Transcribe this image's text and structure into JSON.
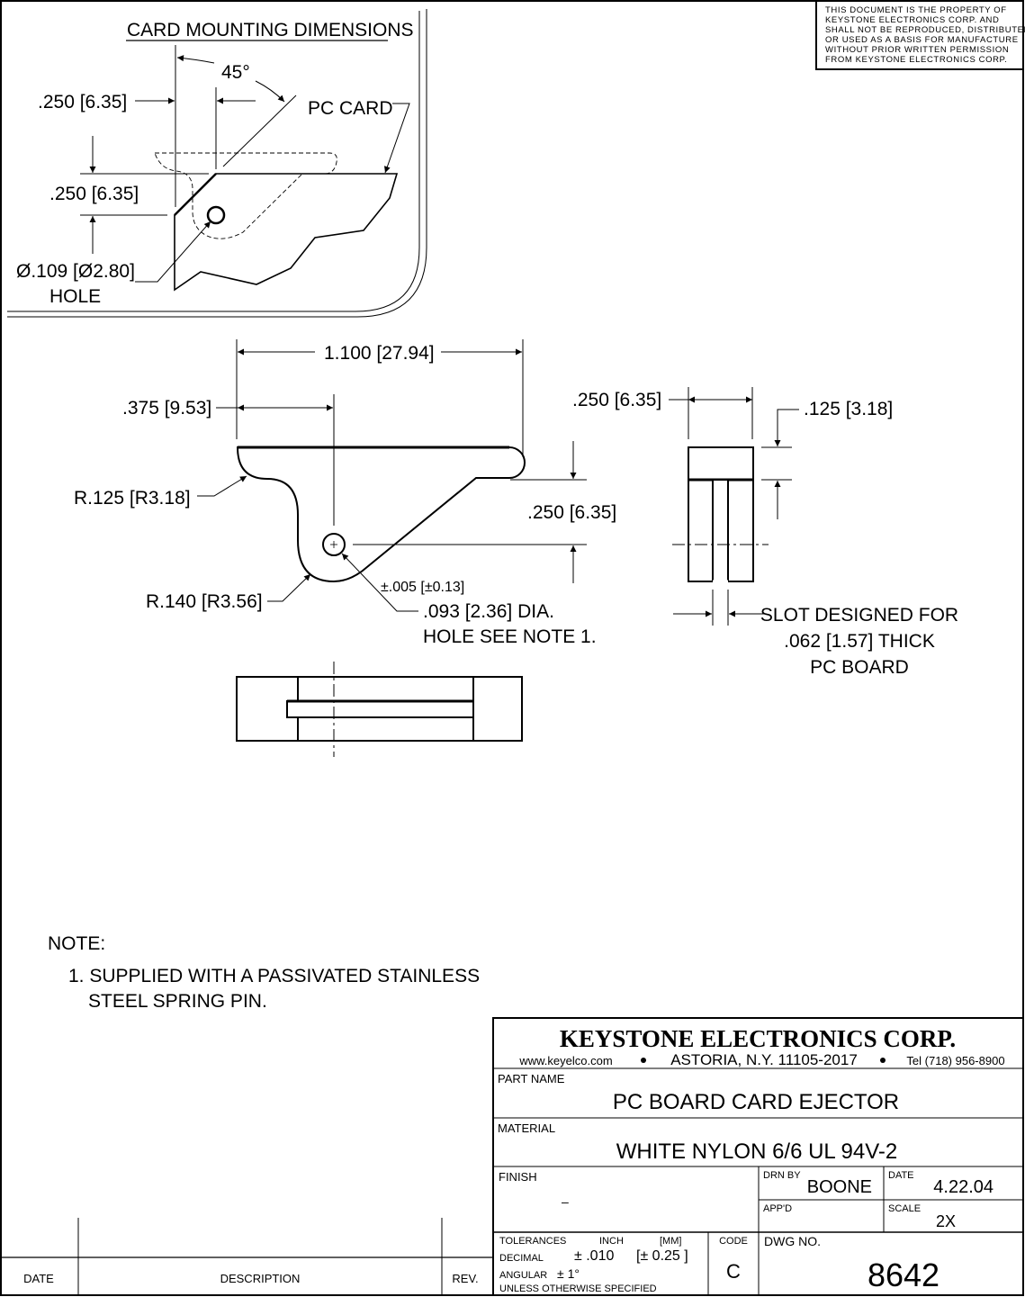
{
  "notice": {
    "lines": [
      "THIS DOCUMENT IS THE PROPERTY OF",
      "KEYSTONE ELECTRONICS CORP. AND",
      "SHALL NOT BE REPRODUCED, DISTRIBUTED",
      "OR USED AS A BASIS FOR MANUFACTURE",
      "WITHOUT PRIOR WRITTEN PERMISSION",
      "FROM KEYSTONE ELECTRONICS CORP."
    ]
  },
  "detail": {
    "title": "CARD MOUNTING DIMENSIONS",
    "angle": "45°",
    "horiz_offset": ".250 [6.35]",
    "vert_offset": ".250 [6.35]",
    "pc_card_label": "PC CARD",
    "hole_dia": "Ø.109 [Ø2.80]",
    "hole_label": "HOLE"
  },
  "side_view": {
    "overall_length": "1.100 [27.94]",
    "hole_offset": ".375 [9.53]",
    "radius_top": "R.125 [R3.18]",
    "radius_bottom": "R.140 [R3.56]",
    "hole_height": ".250 [6.35]",
    "hole_tolerance": "±.005 [±0.13]",
    "hole_callout_1": ".093 [2.36] DIA.",
    "hole_callout_2": "HOLE  SEE NOTE 1."
  },
  "end_view": {
    "width": ".250 [6.35]",
    "top_thickness": ".125 [3.18]",
    "slot_note_1": "SLOT DESIGNED FOR",
    "slot_note_2": ".062 [1.57] THICK",
    "slot_note_3": "PC BOARD"
  },
  "notes": {
    "heading": "NOTE:",
    "items": [
      {
        "line1": "1. SUPPLIED WITH A PASSIVATED STAINLESS",
        "line2": "STEEL SPRING PIN."
      }
    ]
  },
  "revision_block": {
    "headers": [
      "DATE",
      "DESCRIPTION",
      "REV."
    ]
  },
  "title_block": {
    "company": "KEYSTONE ELECTRONICS CORP.",
    "website": "www.keyelco.com",
    "address": "ASTORIA, N.Y. 11105-2017",
    "phone": "Tel (718) 956-8900",
    "part_name_label": "PART NAME",
    "part_name": "PC BOARD CARD EJECTOR",
    "material_label": "MATERIAL",
    "material": "WHITE NYLON 6/6 UL 94V-2",
    "finish_label": "FINISH",
    "finish": "–",
    "drawn_by_label": "DRN BY",
    "drawn_by": "BOONE",
    "date_label": "DATE",
    "date": "4.22.04",
    "approved_label": "APP'D",
    "approved": "",
    "scale_label": "SCALE",
    "scale": "2X",
    "tolerances_label": "TOLERANCES",
    "inch_label": "INCH",
    "mm_label": "[MM]",
    "decimal_label": "DECIMAL",
    "decimal_inch": "± .010",
    "decimal_mm": "[± 0.25 ]",
    "angular_label": "ANGULAR",
    "angular": "± 1°",
    "unless_label": "UNLESS OTHERWISE SPECIFIED",
    "code_label": "CODE",
    "code": "C",
    "dwg_no_label": "DWG NO.",
    "dwg_no": "8642"
  }
}
